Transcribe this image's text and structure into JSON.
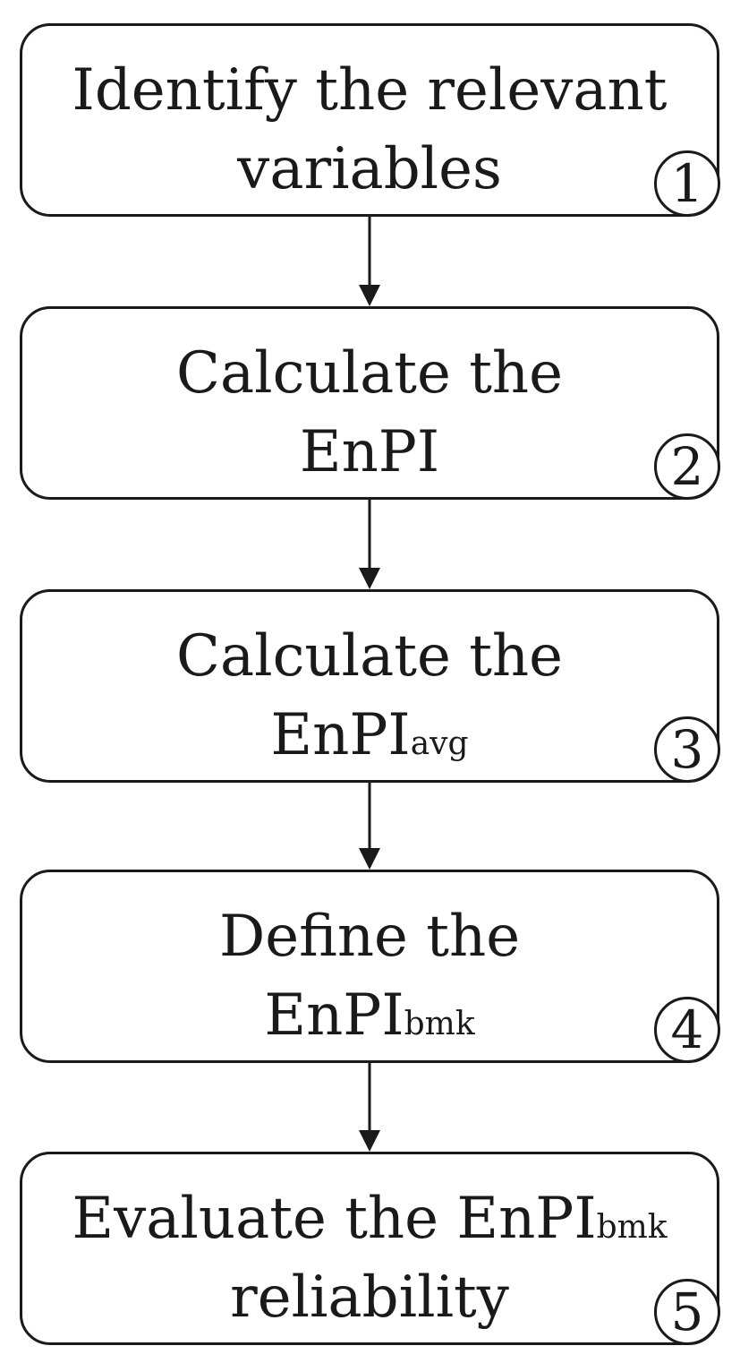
{
  "steps": [
    {
      "line1": "Identify the relevant",
      "line2": "variables",
      "line2_sub": "",
      "number": "1"
    },
    {
      "line1": "Calculate the",
      "line2": "EnPI",
      "line2_sub": "",
      "number": "2"
    },
    {
      "line1": "Calculate the",
      "line2": "EnPI",
      "line2_sub": "avg",
      "number": "3"
    },
    {
      "line1": "Define the",
      "line2": "EnPI",
      "line2_sub": "bmk",
      "number": "4"
    },
    {
      "line1": "Evaluate the EnPI",
      "line1_sub": "bmk",
      "line2": "reliability",
      "line2_sub": "",
      "number": "5"
    }
  ]
}
